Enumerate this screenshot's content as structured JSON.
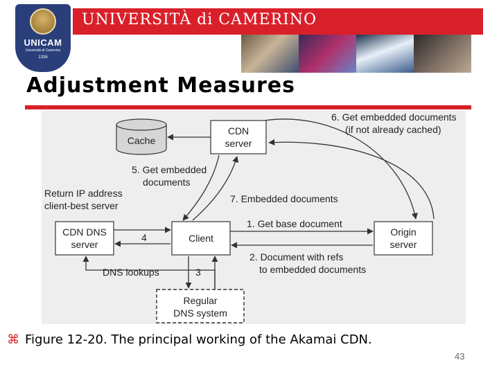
{
  "header": {
    "logo_name": "UNICAM",
    "logo_sub": "Università di Camerino",
    "logo_year": "1336",
    "banner_title": "UNIVERSITÀ di CAMERINO"
  },
  "slide": {
    "title": "Adjustment Measures",
    "caption": "Figure 12-20. The principal working of the Akamai CDN.",
    "page_number": "43"
  },
  "diagram": {
    "nodes": {
      "cache": "Cache",
      "cdn_server_1": "CDN",
      "cdn_server_2": "server",
      "cdn_dns_1": "CDN DNS",
      "cdn_dns_2": "server",
      "client": "Client",
      "origin_1": "Origin",
      "origin_2": "server",
      "regular_dns_1": "Regular",
      "regular_dns_2": "DNS system"
    },
    "labels": {
      "step6_1": "6. Get embedded documents",
      "step6_2": "(if not already cached)",
      "step5_1": "5. Get embedded",
      "step5_2": "documents",
      "return_ip_1": "Return IP address",
      "return_ip_2": "client-best server",
      "step7": "7. Embedded documents",
      "step1": "1. Get base document",
      "step4": "4",
      "step2_1": "2. Document with refs",
      "step2_2": "to embedded documents",
      "dns_lookups": "DNS lookups",
      "step3": "3"
    }
  }
}
